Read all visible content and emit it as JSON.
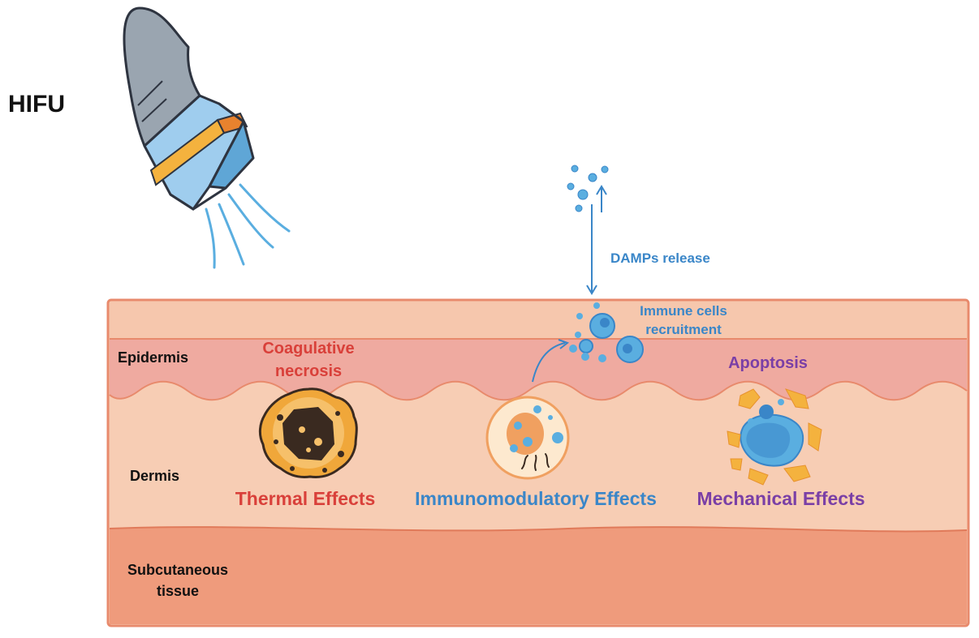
{
  "hifu_label": "HIFU",
  "layers": {
    "epidermis": "Epidermis",
    "dermis": "Dermis",
    "subcutaneous": "Subcutaneous tissue"
  },
  "annotations": {
    "coagulative": "Coagulative necrosis",
    "apoptosis": "Apoptosis",
    "damps": "DAMPs release",
    "immune": "Immune cells recruitment"
  },
  "effects": {
    "thermal": "Thermal Effects",
    "immuno": "Immunomodulatory Effects",
    "mechanical": "Mechanical Effects"
  },
  "colors": {
    "thermal": "#d9403a",
    "immuno": "#3a86c8",
    "mechanical": "#7a3fa6",
    "skin_top": "#f6c7ad",
    "epidermis": "#efaaa0",
    "dermis": "#f7cdb4",
    "subcutaneous": "#ef9b7c",
    "border": "#e88a6c"
  }
}
